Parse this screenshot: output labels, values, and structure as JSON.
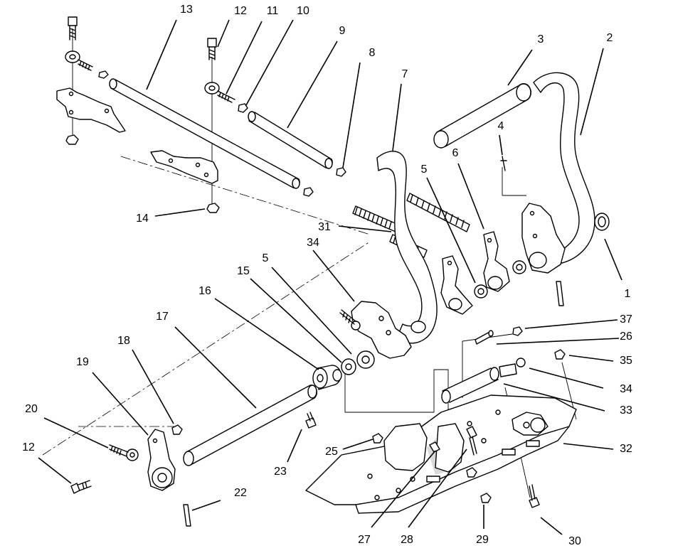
{
  "callouts": [
    {
      "id": "c1",
      "text": "1"
    },
    {
      "id": "c2",
      "text": "2"
    },
    {
      "id": "c3",
      "text": "3"
    },
    {
      "id": "c4",
      "text": "4"
    },
    {
      "id": "c5a",
      "text": "5"
    },
    {
      "id": "c5b",
      "text": "5"
    },
    {
      "id": "c6",
      "text": "6"
    },
    {
      "id": "c7",
      "text": "7"
    },
    {
      "id": "c8",
      "text": "8"
    },
    {
      "id": "c9",
      "text": "9"
    },
    {
      "id": "c10",
      "text": "10"
    },
    {
      "id": "c11",
      "text": "11"
    },
    {
      "id": "c12a",
      "text": "12"
    },
    {
      "id": "c12b",
      "text": "12"
    },
    {
      "id": "c13",
      "text": "13"
    },
    {
      "id": "c14",
      "text": "14"
    },
    {
      "id": "c15",
      "text": "15"
    },
    {
      "id": "c16",
      "text": "16"
    },
    {
      "id": "c17",
      "text": "17"
    },
    {
      "id": "c18",
      "text": "18"
    },
    {
      "id": "c19",
      "text": "19"
    },
    {
      "id": "c20",
      "text": "20"
    },
    {
      "id": "c22",
      "text": "22"
    },
    {
      "id": "c23",
      "text": "23"
    },
    {
      "id": "c25",
      "text": "25"
    },
    {
      "id": "c26",
      "text": "26"
    },
    {
      "id": "c27",
      "text": "27"
    },
    {
      "id": "c28",
      "text": "28"
    },
    {
      "id": "c29",
      "text": "29"
    },
    {
      "id": "c30",
      "text": "30"
    },
    {
      "id": "c31",
      "text": "31"
    },
    {
      "id": "c32",
      "text": "32"
    },
    {
      "id": "c33",
      "text": "33"
    },
    {
      "id": "c34a",
      "text": "34"
    },
    {
      "id": "c34b",
      "text": "34"
    },
    {
      "id": "c35",
      "text": "35"
    },
    {
      "id": "c37",
      "text": "37"
    }
  ]
}
